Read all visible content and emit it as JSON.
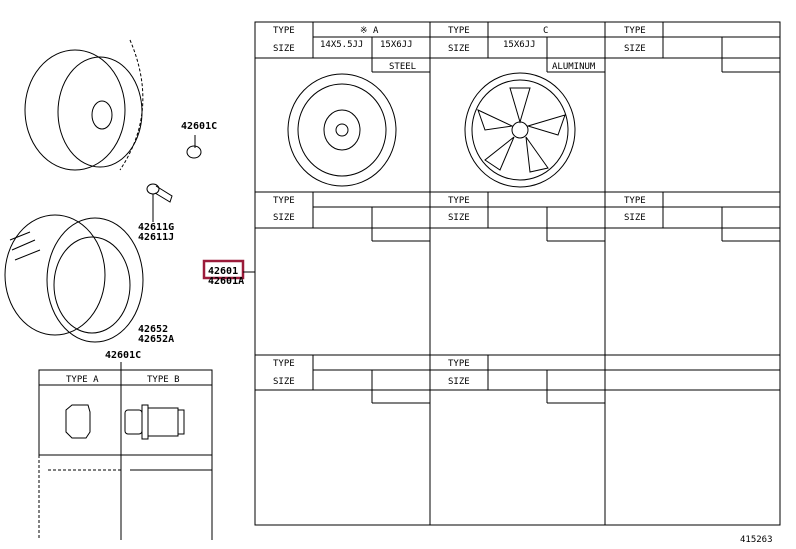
{
  "diagram_id": "415263",
  "highlight_color": "#9b1b3a",
  "parts": {
    "cap": "42601C",
    "valve": [
      "42611G",
      "42611J"
    ],
    "wheel_main": "42601",
    "wheel_alt": "42601A",
    "tire": [
      "42652",
      "42652A"
    ],
    "nut": "42601C"
  },
  "nut_table": {
    "type_a": "TYPE A",
    "type_b": "TYPE B"
  },
  "wheel_table": {
    "type_label": "TYPE",
    "size_label": "SIZE",
    "col1": {
      "type": "※ A",
      "sizes": [
        "14X5.5JJ",
        "15X6JJ"
      ],
      "material": "STEEL"
    },
    "col2": {
      "type": "C",
      "sizes": [
        "15X6JJ"
      ],
      "material": "ALUMINUM"
    }
  }
}
